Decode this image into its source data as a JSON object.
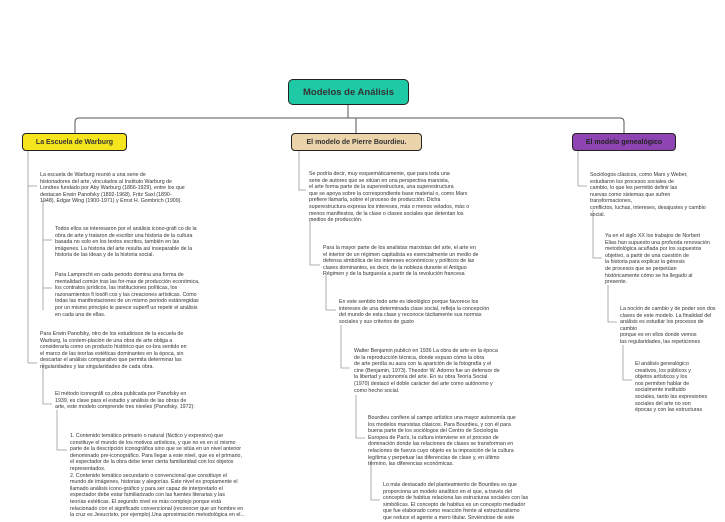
{
  "root": {
    "label": "Modelos de Análisis"
  },
  "branches": [
    {
      "label": "La Escuela de Warburg"
    },
    {
      "label": "El modelo de Pierre Bourdieu."
    },
    {
      "label": "El modelo genealógico"
    }
  ],
  "warburg": [
    "La  escuela  de  Warburg  reunió  a  una  serie  de\nhistoriadores  del  arte,  vinculados  al  Instituto Warburg de\nLondres fundado por Aby Warburg (1866-1929), entre los que\ndestacan Erwin Panofsky (1892-1968), Fritz Saxl (1890-\n1948), Edgar Wing (1900-1971) y Ernst H. Gombrich (1909).",
    "Todos ellos se interesaron por el análisis icono-gráfi co de la\nobra de arte y trataron de escribir una historia de la cultura\nbasada no solo en los textos escritos, también en las\nimágenes. La historia del arte resulta así inseparable de la\nhistoria de las ideas y de la historia social.",
    "Para Lamprecht en cada periodo domina una forma de\nmentalidad común tras las for-mas de producción económica,\nlos contratos jurídicos, las instituciones políticas, los\nrazonamientos fi losófi cos y las creaciones artísticas. Como\ntodas las manifestaciones de un mismo periodo estánregidas\npor un mismo principio le parece superfl uo repetir el análisis\nen cada una de ellas.",
    "Para Erwin Panofsky, otro de los estudiosos de la escuela de\nWarburg, la contem-plación de una obra de arte obliga a\nconsiderarla como un producto histórico que co-bra sentido en\nel marco de las teorías estéticas dominantes en la época, sin\ndescartar el análisis comparativo que permita determinar las\nregularidades y las singularidades de cada obra.",
    "El  método  iconográfi co,obra  publicada  por  Panofsky  en\n1939,  es  clave  para  el  estudio y análisis de las obras de\narte, este modelo comprende tres niveles (Panofsky, 1972):",
    "1. Contenido  temático  primario  o  natural  (fáctico  y  expresivo)  que\nconstituye  el  mundo de los motivos artísticos, y que no es en sí mismo\nparte de la descripción iconográfica sino que se sitúa en un nivel anterior\ndenominado pre-iconográfico. Para llegar a este nivel, que es el primario,\nel espectador de la obra debe tener cierta familiaridad con los objetos\nrepresentados.\n2.    Contenido temático secundario o convencional que constituye el\nmundo de imágenes, historias y alegorías. Este nivel es propiamente el\nllamado análisis icono-gráfico  y  para  ser  capaz  de  interpretarlo  el\nespectador  debe  estar  familiarizado  con las fuentes literarias y las\nteorías estéticas. El segundo nivel es más complejo porque está\nrelacionado con el significado convencional (reconocer que un hombre en\nla cruz es Jesucristo, por ejemplo).Una aproximación metodológica en el..."
  ],
  "bourdieu": [
    "Se  podría  decir,  muy  esquemáticamente,  que  para  toda  una\nserie  de  autores  que  se  sitúan  en  una  perspectiva  marxista,\nel  arte  forma  parte  de  la  superestructura,  una  superestructura\nque se apoya sobre la correspondiente base material o, como Marx\nprefiere llamarla, sobre el proceso de producción. Dicha\nsuperestructura expresa los intereses, más o menos velados, más o\nmenos manifiestos, de la clase o clases sociales que detentan los\nmedios de producción.",
    "Para la mayor parte de los analistas marxistas del arte, el arte en\nel interior de un régimen capitalista es esencialmente un medio de\ndefensa simbólica de los intereses económicos y políticos de las\nclases dominantes, es decir, de la nobleza durante el Antiguo\nRégimen y de la burguesía a partir de la revolución francesa",
    "En este sentido todo arte es ideológico porque favorece los\nintereses de una determinada clase social, refleja la concepción\ndel mundo de esta clase y reconoce tácitamente sus normas\nsociales y sus criterios de gusto",
    "Walter Benjamin publicó en 1936 La obra de arte en la época\nde  la  reproducción  técnica,  donde  expuso  cómo  la  obra\nde  arte  perdía  su  aura  con  la aparición de la fotografía y el\ncine (Benjamin, 1973). Theodor W. Adorno fue un defensor de\nla libertad y autonomía del arte. En su obra Teoría Social\n(1970) destacó el doble carácter del arte como autónomo y\ncomo hecho social.",
    "Bourdieu confiere al campo artístico una mayor autonomía que\nlos modelos marxistas clásicos. Para Bourdieu, y con él para\nbuena parte de los sociólogos del Centro de  Sociología\nEuropea  de  París,  la  cultura  interviene  en  el  proceso  de\ndominación  donde las relaciones de clases se transforman en\nrelaciones de fuerza cuyo objeto es la imposición de la cultura\nlegítima y perpetuar las diferencias de clase y, en último\ntérmino, las diferencias económicas.",
    "Lo más destacado del planteamiento de Bourdieu es que\nproporciona un modelo analítico en el que, a través del\nconcepto de habitus relaciona las estructuras sociales con las\nsimbólicas. El concepto de habitus es un concepto mediador\nque fue elaborado  como  reacción  frente  al  estructuralismo\nque  reduce  el  agente  a  mero  titular.  Sirviéndose de este"
  ],
  "genealogico": [
    "Sociólogos  clásicos,  como  Marx  y  Weber,\nestudiaron los  procesos  sociales  de\ncambio,  lo  que  les  permitió  definir  las\nnuevas como sistemas que sufren transformaciones,\nconflictos, luchas, intereses, desajustes y cambio\nsocial.",
    "Ya en el siglo XX los trabajos de Norbert\nElias han supuesto una  profunda renovación\nmetodológica  acuñada  por  los  supuestos\nobjetivo, a partir de una cuestión de\nla historia para  explicar  la  génesis\nde  procesos  que  se  perpetúan\nhistóricamente cómo se ha llegado al\npresente.",
    "La noción de cambio y de poder son dos\nclaves de este modelo. La finalidad del\nanálisis es estudiar los procesos de cambio\nporque es en ellos donde vemos\nlas regularidades, las repeticiones",
    "El  análisis  genealógico\ncreativos,  los  públicos  y\nobjetos artísticos y los\nnos  permiten  hablar  de\nsocialmente  instituido\nsociales, tanto las expresiones\nsociales del arte no son\népocas y  con  las  estructuras"
  ]
}
